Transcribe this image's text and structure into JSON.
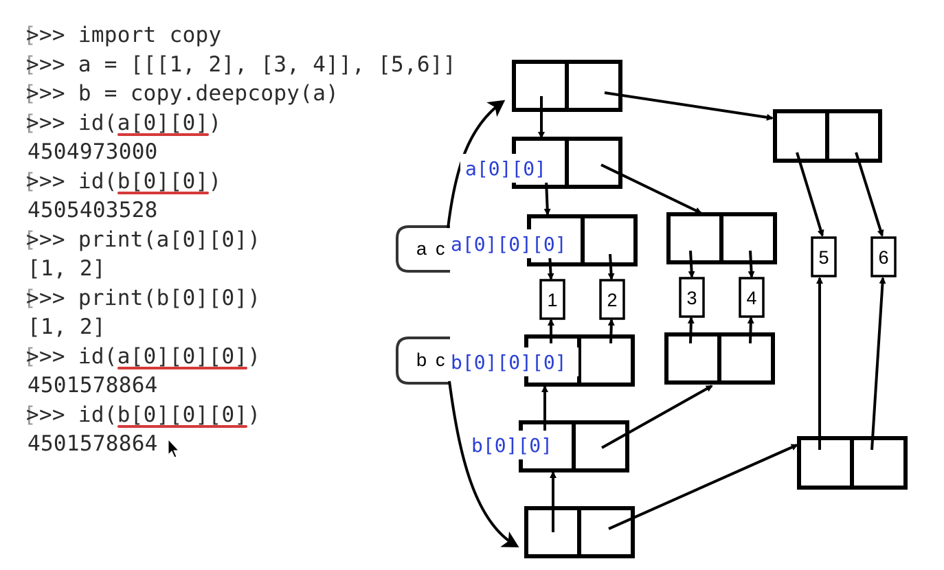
{
  "console": {
    "prompt": ">>> ",
    "lines": [
      {
        "kind": "in",
        "text": "import copy"
      },
      {
        "kind": "in",
        "text": "a = [[[1, 2], [3, 4]], [5,6]]"
      },
      {
        "kind": "in",
        "text": "b = copy.deepcopy(a)"
      },
      {
        "kind": "in",
        "text": "id(a[0][0])"
      },
      {
        "kind": "out",
        "text": "4504973000"
      },
      {
        "kind": "in",
        "text": "id(b[0][0])"
      },
      {
        "kind": "out",
        "text": "4505403528"
      },
      {
        "kind": "in",
        "text": "print(a[0][0])"
      },
      {
        "kind": "out",
        "text": "[1, 2]"
      },
      {
        "kind": "in",
        "text": "print(b[0][0])"
      },
      {
        "kind": "out",
        "text": "[1, 2]"
      },
      {
        "kind": "in",
        "text": "id(a[0][0][0])"
      },
      {
        "kind": "out",
        "text": "4501578864"
      },
      {
        "kind": "in",
        "text": "id(b[0][0][0])"
      },
      {
        "kind": "out",
        "text": "4501578864"
      }
    ],
    "underlined": [
      {
        "line": 3,
        "text": "a[0][0]"
      },
      {
        "line": 5,
        "text": "b[0][0]"
      },
      {
        "line": 11,
        "text": "a[0][0][0]"
      },
      {
        "line": 13,
        "text": "b[0][0][0]"
      }
    ],
    "underline_color": "#d63a3a"
  },
  "diagram": {
    "variables": [
      "a",
      "b"
    ],
    "values": [
      "1",
      "2",
      "3",
      "4",
      "5",
      "6"
    ],
    "labels": {
      "a00": "a[0][0]",
      "a000": "a[0][0][0]",
      "b000": "b[0][0][0]",
      "b00": "b[0][0]"
    },
    "label_color": "#2a3fd6"
  }
}
